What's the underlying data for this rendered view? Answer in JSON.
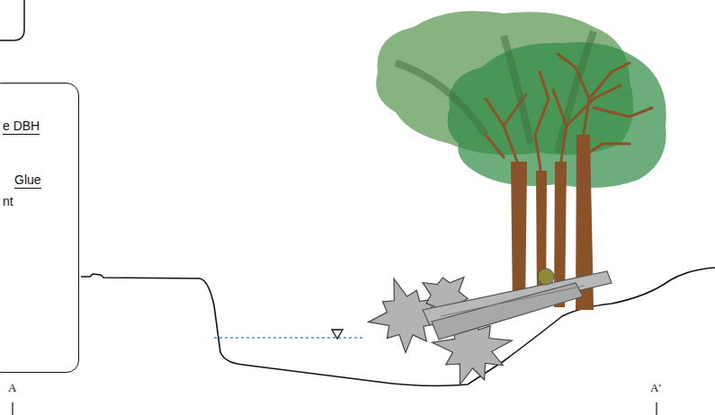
{
  "diagram": {
    "nodes": [
      {
        "text": [
          "e DBH",
          "Glue",
          "nt"
        ]
      }
    ],
    "labels": [
      "A",
      "A'"
    ]
  }
}
